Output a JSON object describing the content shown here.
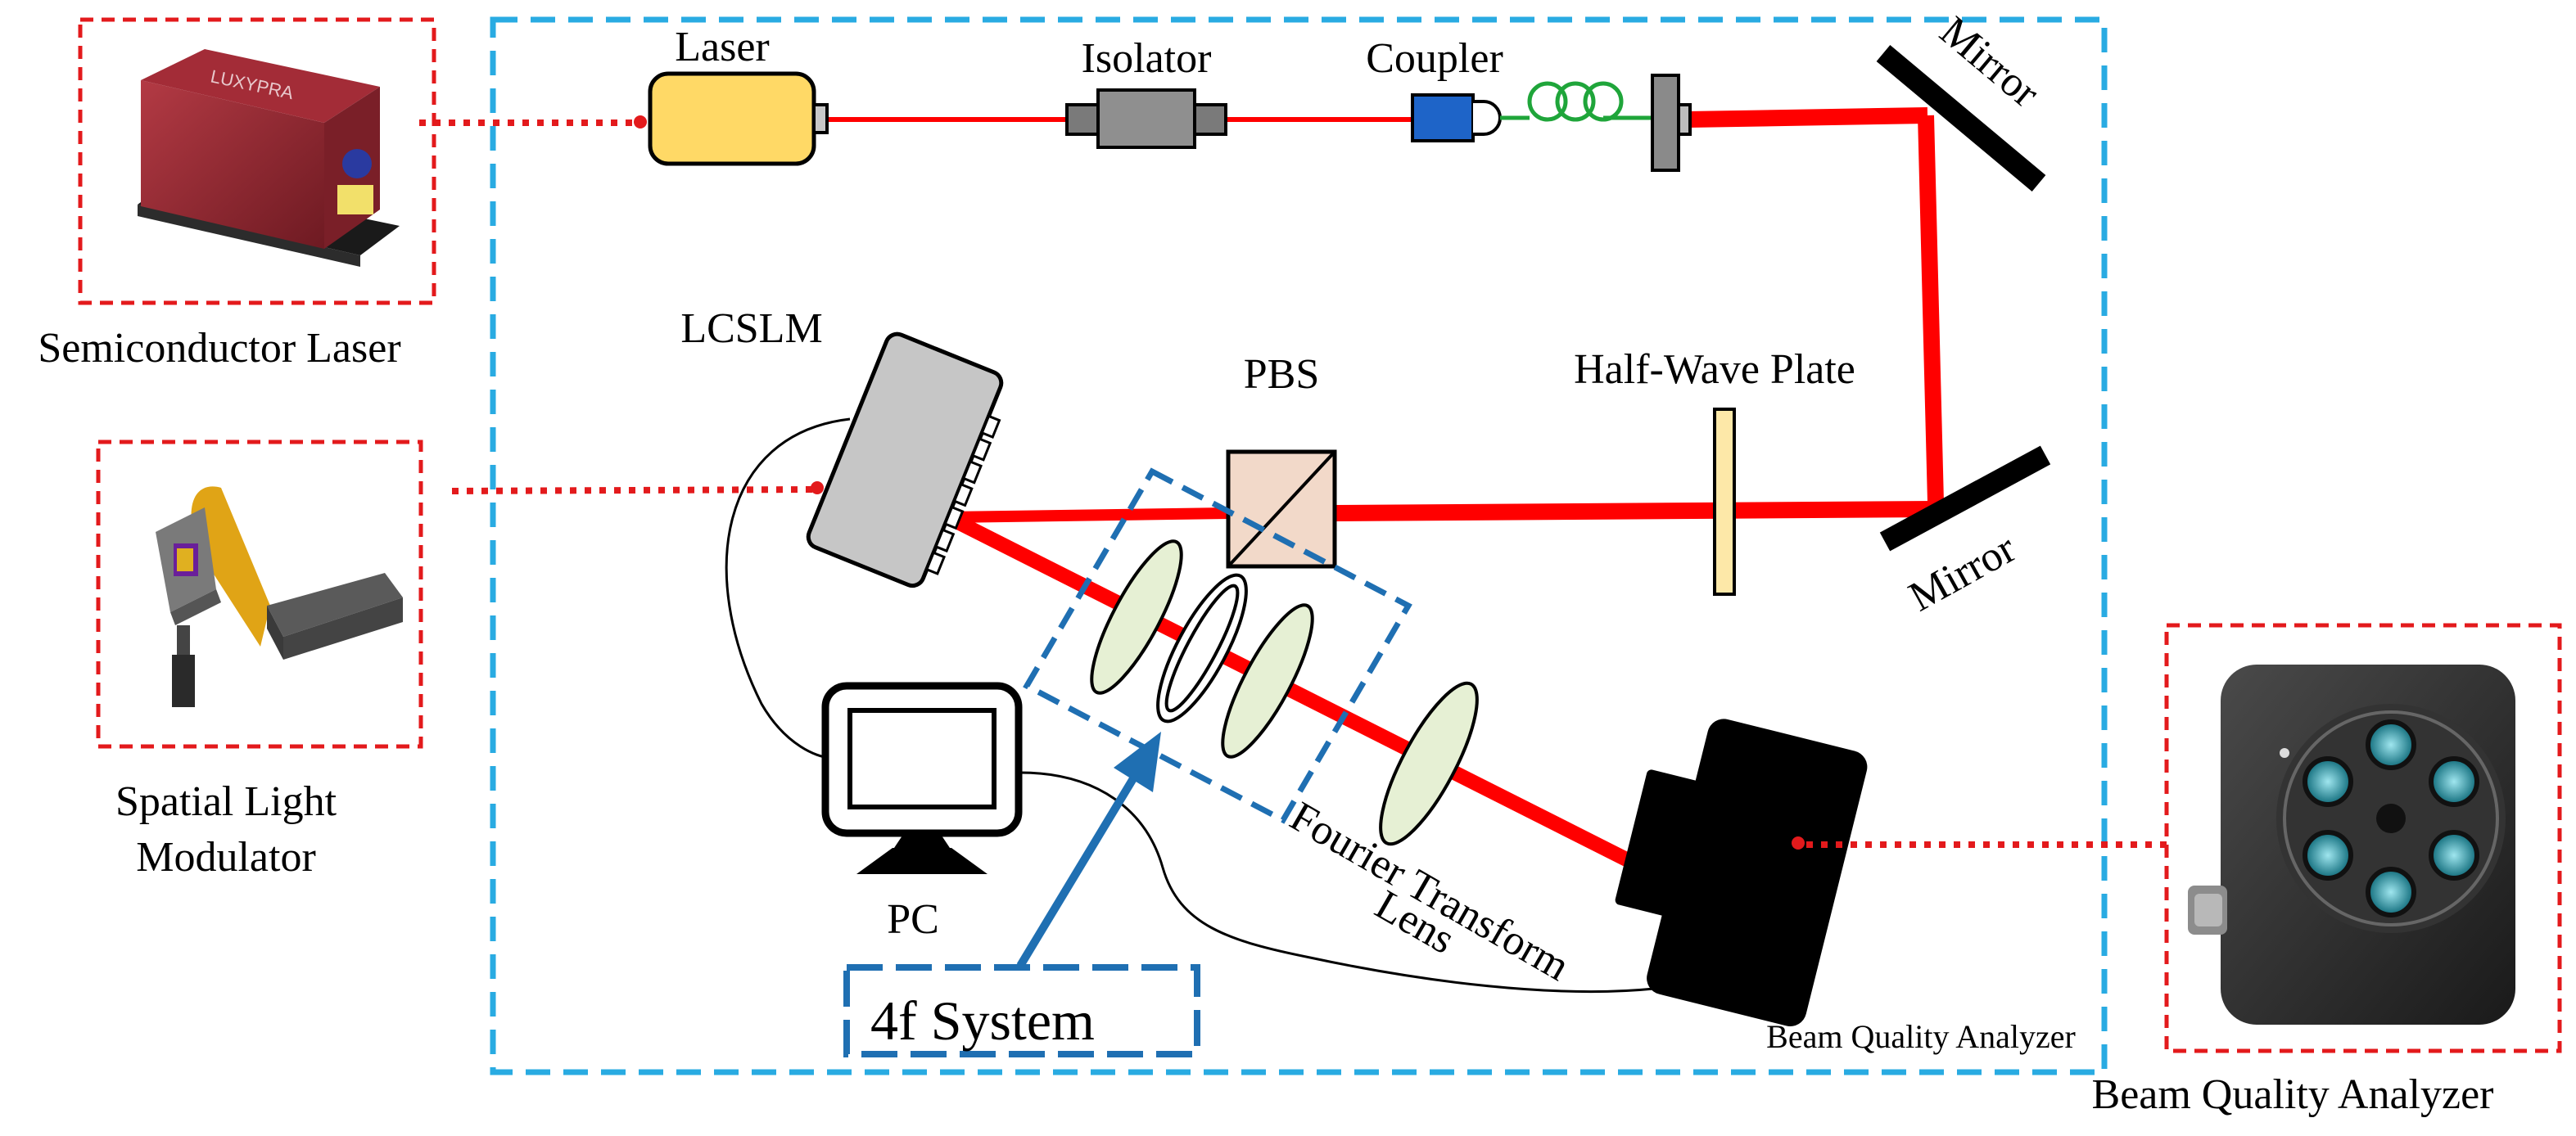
{
  "labels": {
    "laser": "Laser",
    "isolator": "Isolator",
    "coupler": "Coupler",
    "mirror_top": "Mirror",
    "mirror_bottom": "Mirror",
    "lcslm": "LCSLM",
    "pbs": "PBS",
    "half_wave_plate": "Half-Wave Plate",
    "pc": "PC",
    "four_f_system": "4f System",
    "fourier_line1": "Fourier Transform",
    "fourier_line2": "Lens",
    "bqa_inner": "Beam Quality Analyzer",
    "semiconductor_laser": "Semiconductor Laser",
    "slm_line1": "Spatial Light",
    "slm_line2": "Modulator",
    "bqa_outer": "Beam Quality Analyzer",
    "device_brand": "LUXYPRA"
  },
  "colors": {
    "beam": "#ff0000",
    "system_border": "#29abe2",
    "dotted_link": "#e31a1c",
    "fourf_border": "#1f6fb2",
    "fiber": "#1fa53a",
    "laser_body": "#ffd966",
    "coupler_body": "#1e64c8",
    "pbs_body": "#f2d9c9",
    "waveplate": "#fde8a8",
    "lens_fill": "#e6f0d4",
    "arrow": "#1f6fb2"
  },
  "icons": {
    "pc": "monitor-icon",
    "camera": "camera-icon",
    "arrow": "arrow-up-icon"
  }
}
